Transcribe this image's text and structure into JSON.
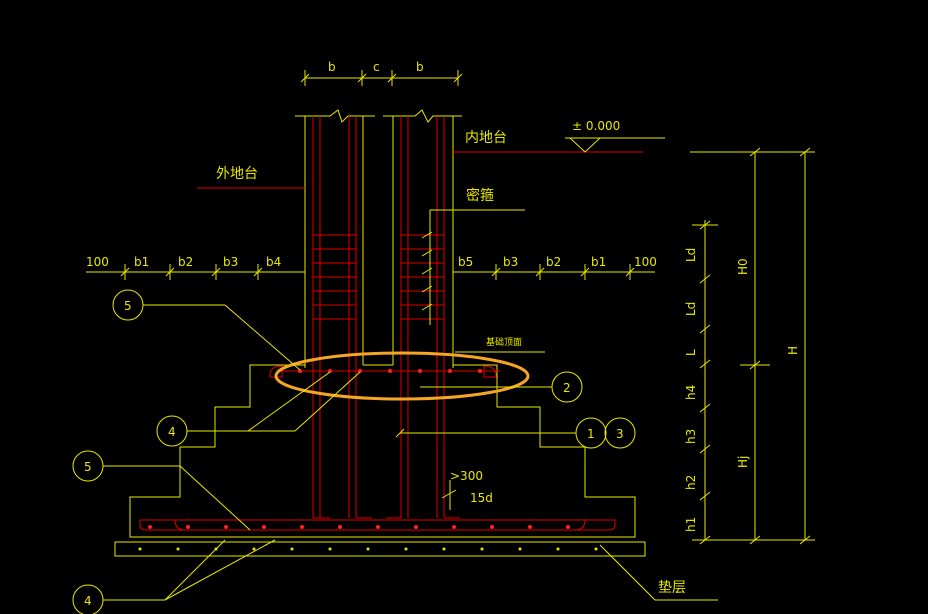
{
  "labels": {
    "top_b_left": "b",
    "top_c": "c",
    "top_b_right": "b",
    "elevation": "± 0.000",
    "inner_floor": "内地台",
    "outer_floor": "外地台",
    "stirrup": "密箍",
    "foundation_top": "基础顶面",
    "cushion": "垫层",
    "gt300": ">300",
    "d15": "15d"
  },
  "left_dims": [
    "100",
    "b1",
    "b2",
    "b3",
    "b4"
  ],
  "right_dims": [
    "b5",
    "b3",
    "b2",
    "b1",
    "100"
  ],
  "right_dims_vertical": [
    "Ld",
    "Ld",
    "L",
    "h4",
    "h3",
    "h2",
    "h1"
  ],
  "outer_vertical": [
    "H0",
    "H",
    "Hj"
  ],
  "callouts": [
    "5",
    "4",
    "5",
    "4",
    "2",
    "1",
    "3"
  ],
  "colors": {
    "line": "#e8e800",
    "rebar": "#e00000",
    "highlight": "#f5a623",
    "background": "#000000"
  }
}
